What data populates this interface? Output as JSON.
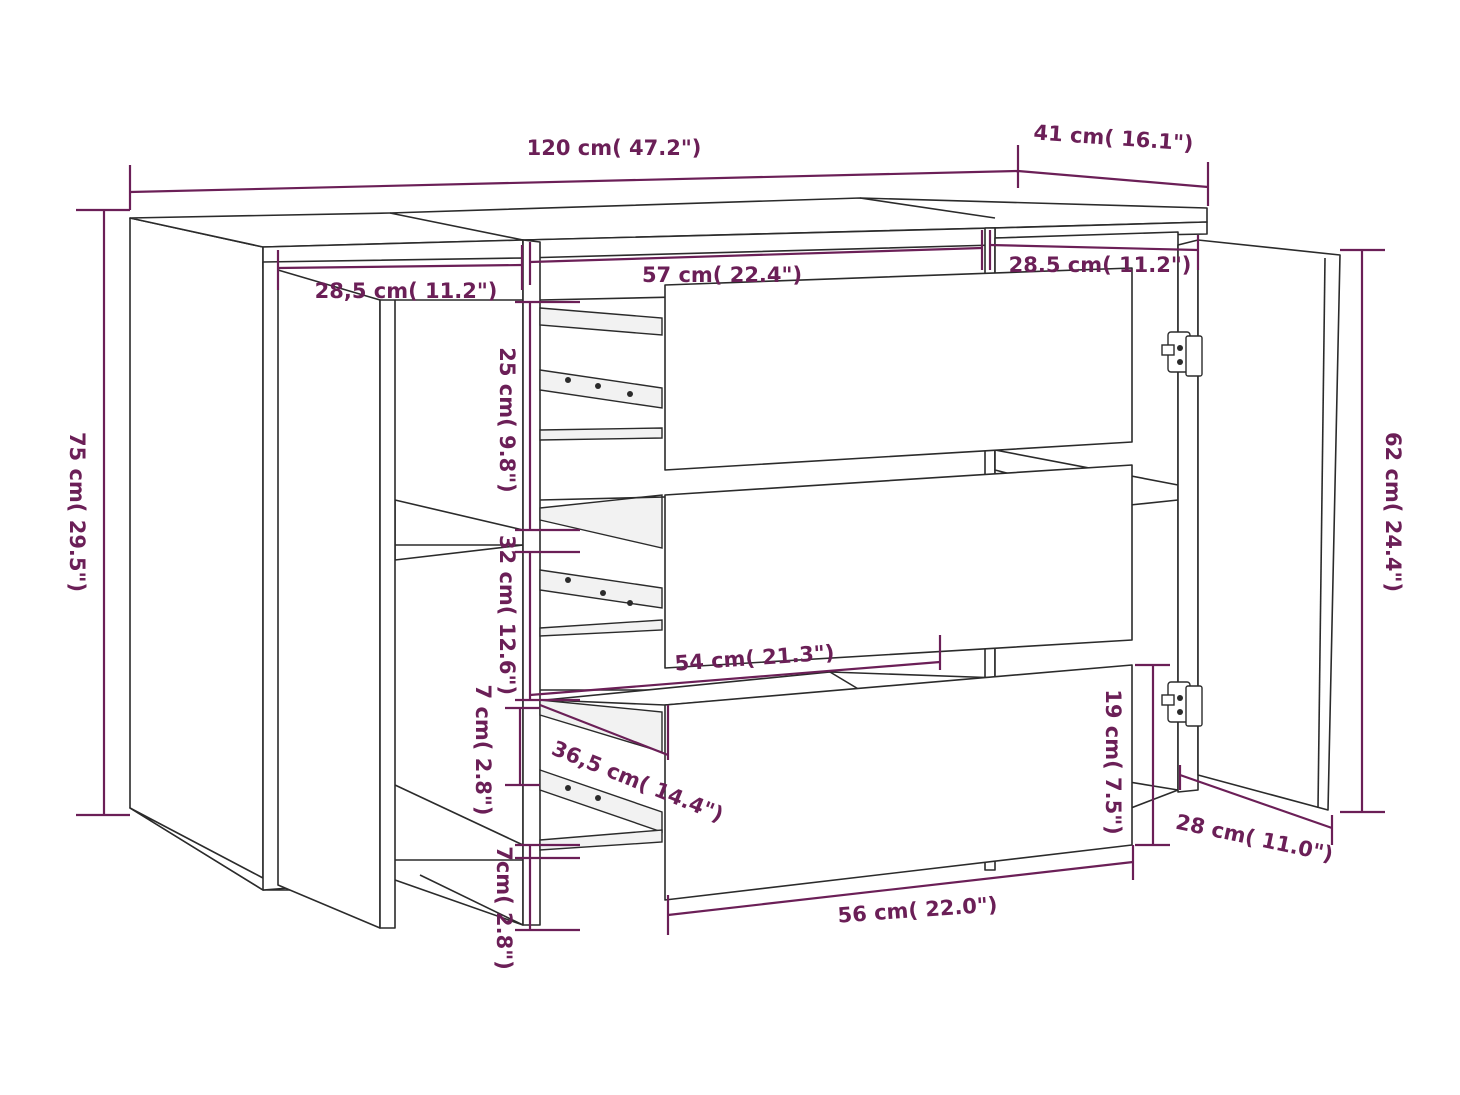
{
  "dimensions": {
    "overall_width": "120 cm( 47.2\")",
    "depth": "41 cm( 16.1\")",
    "overall_height": "75 cm( 29.5\")",
    "left_compartment_width": "28,5 cm( 11.2\")",
    "center_compartment_width": "57 cm( 22.4\")",
    "right_compartment_width": "28.5 cm( 11.2\")",
    "top_drawer_height": "25 cm( 9.8\")",
    "middle_drawer_height": "32 cm( 12.6\")",
    "gap_height_upper": "7 cm( 2.8\")",
    "gap_height_lower": "7cm( 2.8\")",
    "drawer_inner_width": "54 cm( 21.3\")",
    "drawer_depth": "36,5 cm( 14.4\")",
    "drawer_front_width": "56 cm( 22.0\")",
    "bottom_drawer_height": "19 cm( 7.5\")",
    "door_height": "62 cm( 24.4\")",
    "door_width": "28 cm( 11.0\")"
  },
  "colors": {
    "dimension": "#6b1f57",
    "outline": "#2b2b2b"
  }
}
